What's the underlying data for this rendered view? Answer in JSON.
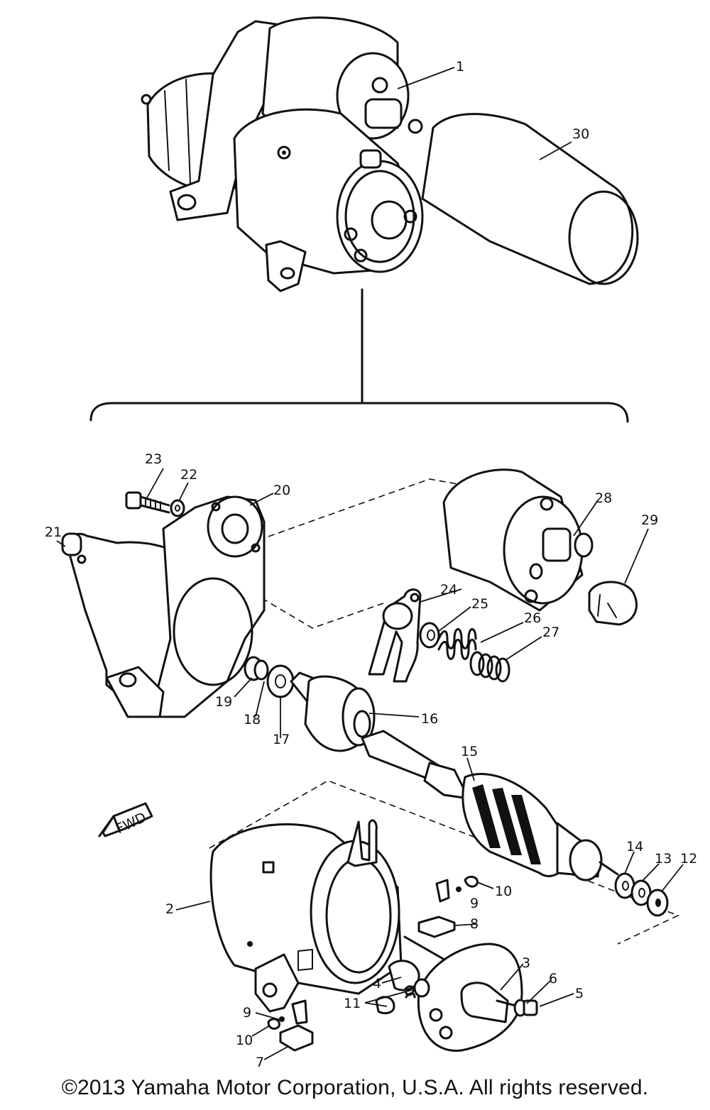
{
  "callouts": {
    "c1": "1",
    "c2": "2",
    "c3": "3",
    "c4": "4",
    "c5": "5",
    "c6": "6",
    "c7": "7",
    "c8": "8",
    "c9a": "9",
    "c9b": "9",
    "c10a": "10",
    "c10b": "10",
    "c11": "11",
    "c12": "12",
    "c13": "13",
    "c14": "14",
    "c15": "15",
    "c16": "16",
    "c17": "17",
    "c18": "18",
    "c19": "19",
    "c20": "20",
    "c21": "21",
    "c22": "22",
    "c23": "23",
    "c24": "24",
    "c25": "25",
    "c26": "26",
    "c27": "27",
    "c28": "28",
    "c29": "29",
    "c30": "30"
  },
  "fwd_label": "FWD",
  "copyright": "©2013 Yamaha Motor Corporation, U.S.A. All rights reserved."
}
